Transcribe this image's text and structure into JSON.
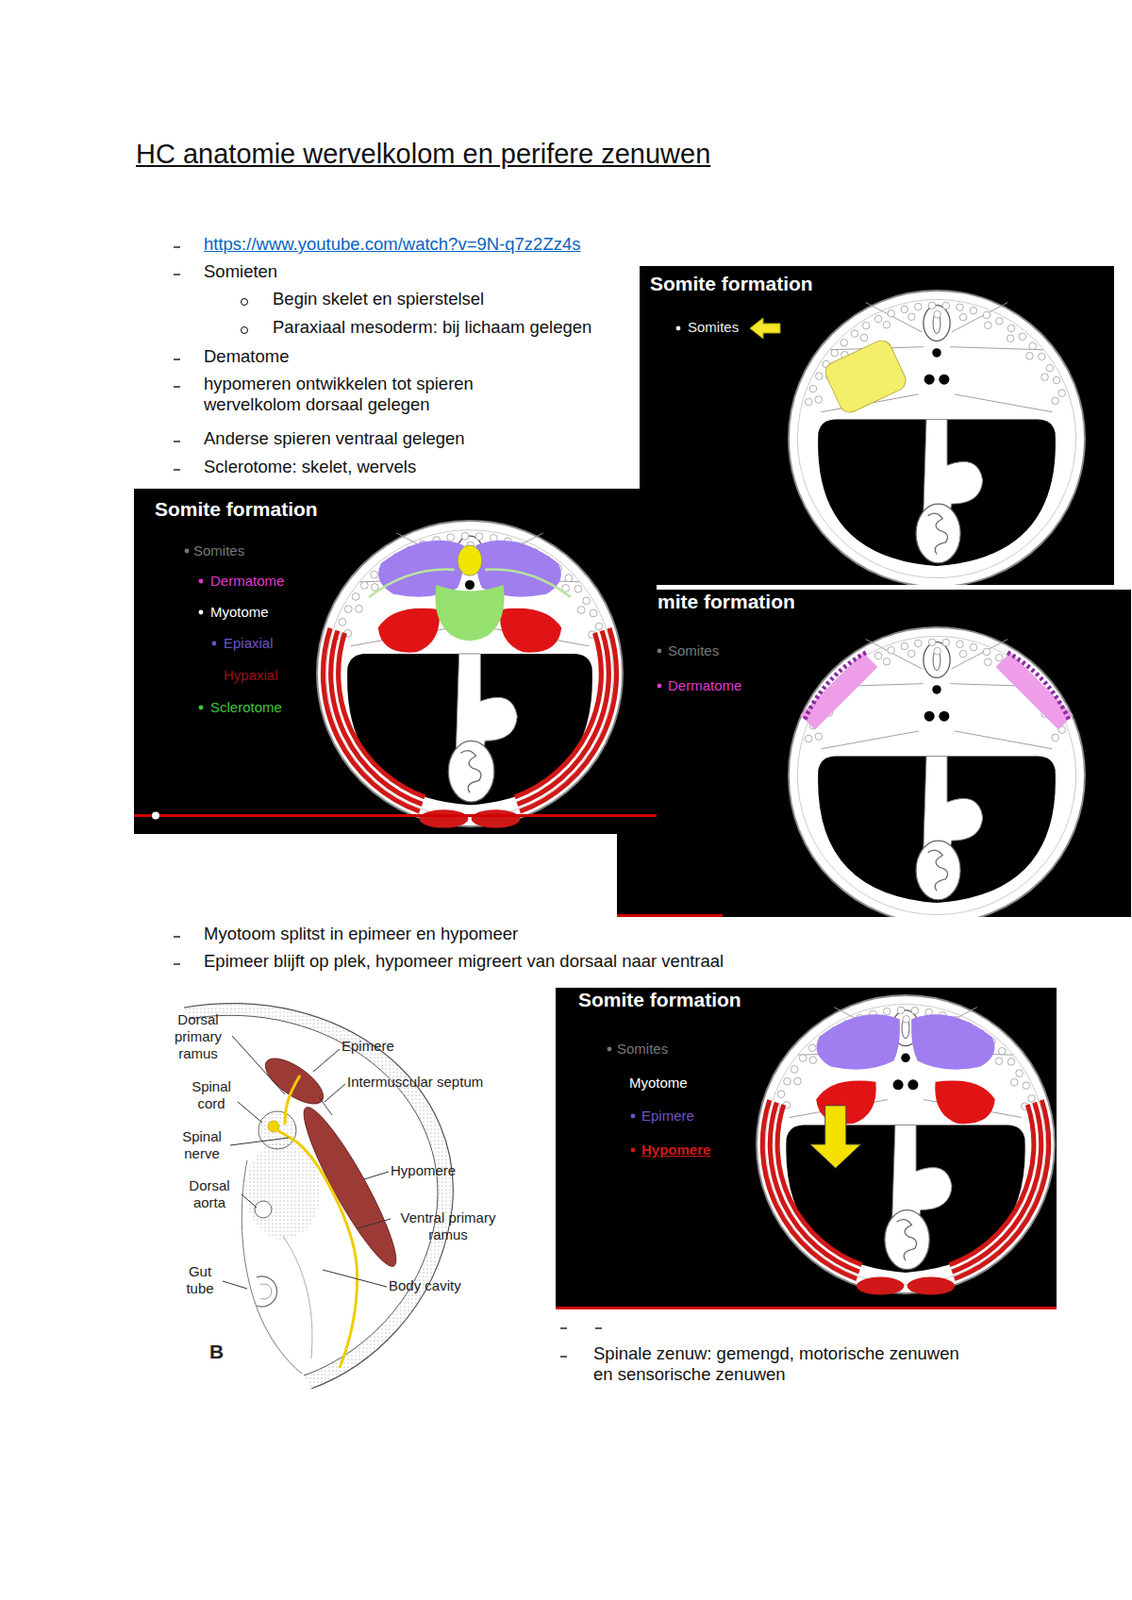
{
  "diagram": {
    "title": "HC anatomie wervelkolom en perifere zenuwen",
    "nodes": [
      {
        "text": [
          "Somite formation",
          "Somites"
        ]
      },
      {
        "text": [
          "Somite formation",
          "Somites",
          "Dermatome",
          "Myotome",
          "Epiaxial",
          "Hypaxial",
          "Sclerotome"
        ]
      },
      {
        "text": [
          "mite formation",
          "Somites",
          "Dermatome"
        ]
      },
      {
        "text": [
          "Somite formation",
          "Somites",
          "Myotome",
          "Epimere",
          "Hypomere"
        ]
      }
    ],
    "labels": [
      "https://www.youtube.com/watch?v=9N-q7z2Zz4s",
      "Somieten",
      "Begin skelet en spierstelsel",
      "Paraxiaal mesoderm: bij lichaam gelegen",
      "Dematome",
      "hypomeren ontwikkelen tot spieren wervelkolom dorsaal gelegen",
      "Anderse spieren ventraal gelegen",
      "Sclerotome: skelet, wervels",
      "Myotoom splitst in epimeer en hypomeer",
      "Epimeer blijft op plek, hypomeer migreert van dorsaal naar ventraal",
      "Spinale zenuw: gemengd, motorische zenuwen en sensorische zenuwen",
      "Dorsal primary ramus",
      "Epimere",
      "Intermuscular septum",
      "Spinal cord",
      "Spinal nerve",
      "Hypomere",
      "Dorsal aorta",
      "Ventral primary ramus",
      "Gut tube",
      "Body cavity",
      "B"
    ]
  }
}
